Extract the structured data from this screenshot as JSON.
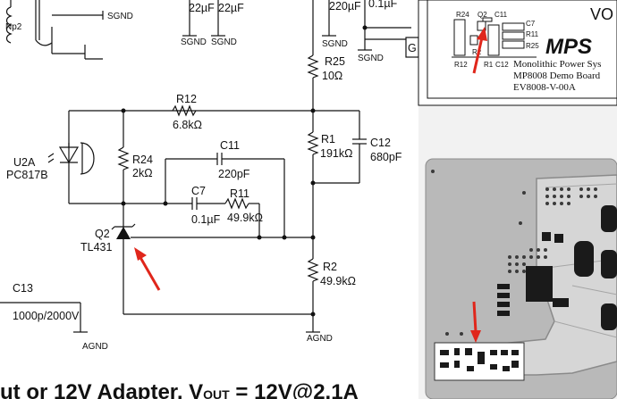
{
  "schematic": {
    "components": {
      "transformer": {
        "ref": "Np2"
      },
      "cap_top": {
        "v1": "22µF",
        "v2": "22µF"
      },
      "cap_top_right": {
        "value": "220µF",
        "value2": "0.1µF"
      },
      "r25": {
        "ref": "R25",
        "value": "10Ω"
      },
      "r12": {
        "ref": "R12",
        "value": "6.8kΩ"
      },
      "r24": {
        "ref": "R24",
        "value": "2kΩ"
      },
      "r1": {
        "ref": "R1",
        "value": "191kΩ"
      },
      "c12": {
        "ref": "C12",
        "value": "680pF"
      },
      "c11": {
        "ref": "C11",
        "value": "220pF"
      },
      "c7": {
        "ref": "C7",
        "value": "0.1µF"
      },
      "r11": {
        "ref": "R11",
        "value": "49.9kΩ"
      },
      "optocoupler": {
        "ref": "U2A",
        "part": "PC817B"
      },
      "q2": {
        "ref": "Q2",
        "part": "TL431"
      },
      "r2": {
        "ref": "R2",
        "value": "49.9kΩ"
      },
      "c13": {
        "ref": "C13",
        "value": "1000p/2000V"
      }
    },
    "grounds": {
      "sgnd": "SGND",
      "agnd": "AGND"
    },
    "partial_label": "G",
    "bottom_caption": "ut or 12V Adapter, V",
    "bottom_caption_sub": "OUT",
    "bottom_caption_end": " = 12V@2.1A"
  },
  "pcb": {
    "silkscreen": {
      "r24": "R24",
      "q2": "Q2",
      "c11": "C11",
      "c7": "C7",
      "r11": "R11",
      "r25": "R25",
      "r2": "R2",
      "r12": "R12",
      "r1": "R1",
      "c12": "C12"
    },
    "logo": "MPS",
    "corner_text": "VO",
    "company": "Monolithic Power Sys",
    "board": "MP8008 Demo Board",
    "rev": "EV8008-V-00A"
  },
  "annotations": {
    "arrow_color": "#e0261b"
  },
  "colors": {
    "pcb_gray": "#b9b9b9",
    "pcb_trace": "#d6d6d6",
    "pad_dark": "#1a1a1a"
  }
}
